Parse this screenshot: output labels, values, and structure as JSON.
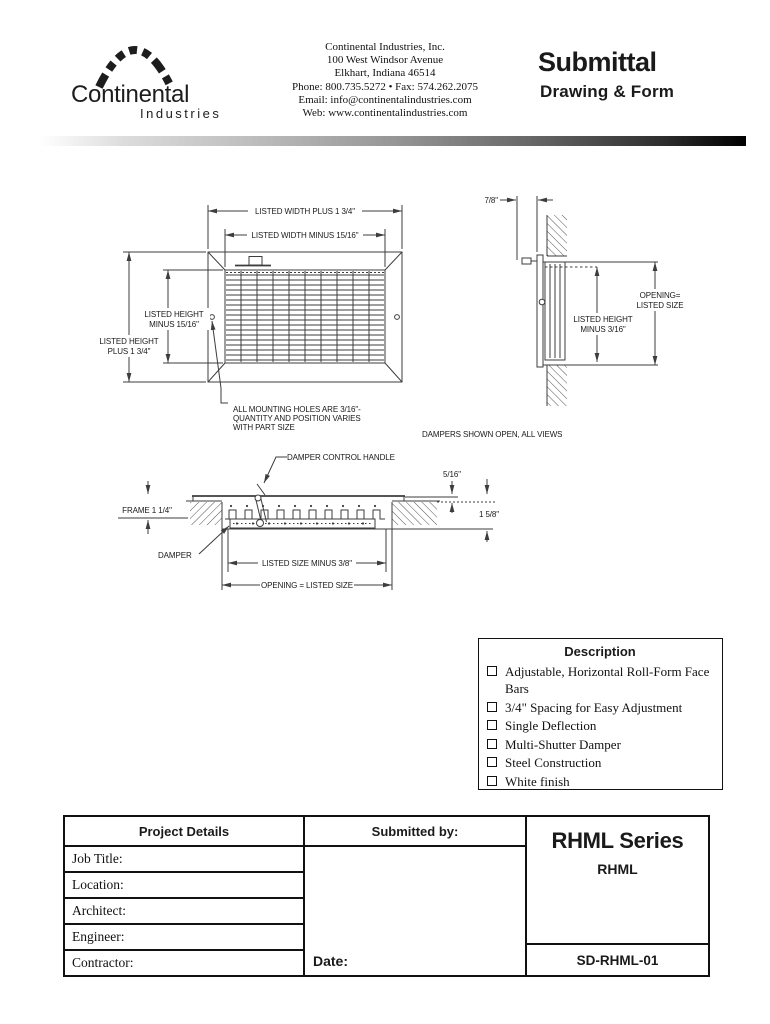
{
  "header": {
    "logo_main": "Continental",
    "logo_sub": "Industries",
    "company_lines": [
      "Continental Industries, Inc.",
      "100 West Windsor Avenue",
      "Elkhart, Indiana 46514",
      "Phone: 800.735.5272 • Fax: 574.262.2075",
      "Email: info@continentalindustries.com",
      "Web: www.continentalindustries.com"
    ],
    "doc_title": "Submittal",
    "doc_subtitle": "Drawing & Form"
  },
  "drawings": {
    "front": {
      "dim_width_outer": "LISTED WIDTH PLUS 1 3/4\"",
      "dim_width_inner": "LISTED WIDTH MINUS 15/16\"",
      "dim_height_inner": [
        "LISTED HEIGHT",
        "MINUS 15/16\""
      ],
      "dim_height_outer": [
        "LISTED HEIGHT",
        "PLUS 1 3/4\""
      ],
      "callout": [
        "ALL MOUNTING HOLES ARE 3/16\"-",
        "QUANTITY AND POSITION VARIES",
        "WITH PART SIZE"
      ]
    },
    "side": {
      "dim_projection": "7/8\"",
      "label_opening": [
        "OPENING=",
        "LISTED SIZE"
      ],
      "label_height": [
        "LISTED HEIGHT",
        "MINUS 3/16\""
      ],
      "caption": "DAMPERS SHOWN OPEN, ALL VIEWS"
    },
    "section": {
      "label_handle": "DAMPER CONTROL HANDLE",
      "dim_gap": "5/16\"",
      "label_frame": "FRAME 1 1/4\"",
      "dim_depth": "1 5/8\"",
      "label_damper": "DAMPER",
      "dim_size": "LISTED SIZE MINUS 3/8\"",
      "dim_opening": "OPENING = LISTED SIZE"
    }
  },
  "description": {
    "title": "Description",
    "items": [
      "Adjustable, Horizontal Roll-Form Face Bars",
      "3/4\" Spacing for Easy Adjustment",
      "Single Deflection",
      "Multi-Shutter Damper",
      "Steel Construction",
      "White finish"
    ]
  },
  "form": {
    "project_details_header": "Project Details",
    "fields": [
      "Job Title:",
      "Location:",
      "Architect:",
      "Engineer:",
      "Contractor:"
    ],
    "submitted_by": "Submitted by:",
    "date_label": "Date:",
    "series_title": "RHML Series",
    "model": "RHML",
    "doc_number": "SD-RHML-01"
  },
  "colors": {
    "ink": "#1a1a1a",
    "line": "#3d3d3d"
  }
}
